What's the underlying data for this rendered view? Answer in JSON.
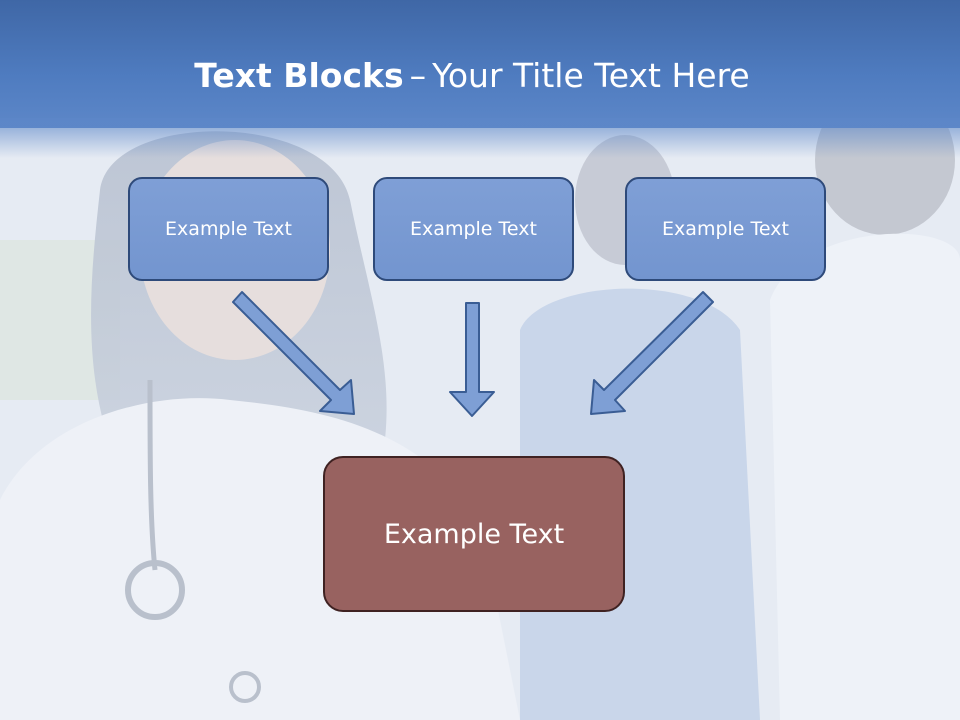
{
  "title": {
    "bold": "Text Blocks",
    "separator": "–",
    "rest": "Your Title Text Here"
  },
  "boxes": {
    "top_left": "Example Text",
    "top_center": "Example Text",
    "top_right": "Example Text",
    "bottom": "Example Text"
  },
  "colors": {
    "title_bar": "#4f7cc0",
    "small_box_fill": "#7a9ad3",
    "small_box_border": "#2e4a7a",
    "big_box_fill": "#986260",
    "big_box_border": "#3f2222",
    "arrow_fill": "#7e9fd5",
    "arrow_border": "#3a5d94"
  },
  "background": {
    "description_icon": "medical-staff-photo"
  }
}
